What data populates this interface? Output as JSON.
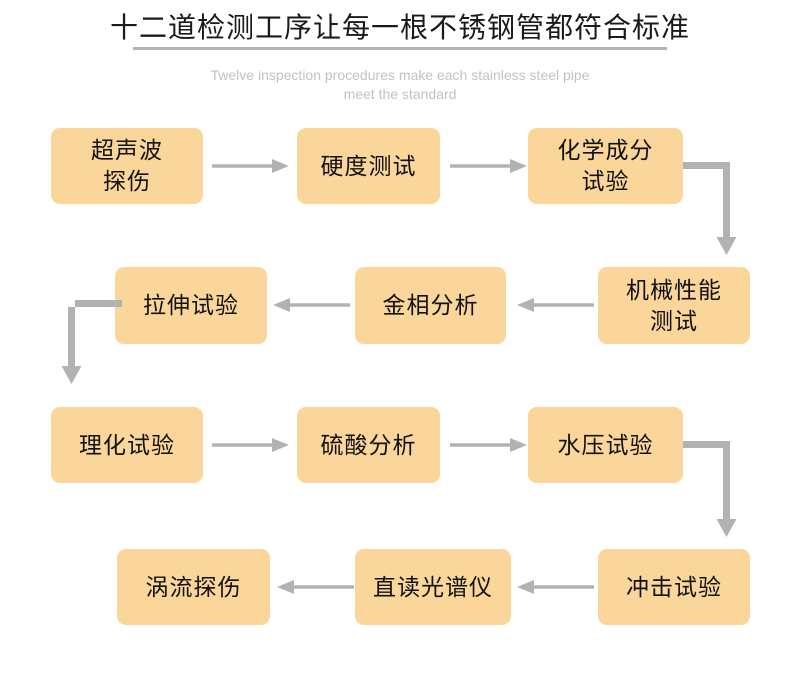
{
  "header": {
    "title": "十二道检测工序让每一根不锈钢管都符合标准",
    "subtitle": "Twelve inspection procedures make each stainless steel pipe meet the standard"
  },
  "colors": {
    "box_fill": "#fad69a",
    "arrow": "#b2b2b2",
    "rule": "#b3b3b3",
    "title_text": "#1a1a1a",
    "subtitle_text": "#c2c2c2",
    "box_text": "#111111",
    "background": "#ffffff"
  },
  "flow": {
    "steps": [
      {
        "id": 1,
        "label": "超声波\n探伤",
        "row": 1,
        "col": 1
      },
      {
        "id": 2,
        "label": "硬度测试",
        "row": 1,
        "col": 2
      },
      {
        "id": 3,
        "label": "化学成分\n试验",
        "row": 1,
        "col": 3
      },
      {
        "id": 4,
        "label": "机械性能\n测试",
        "row": 2,
        "col": 3
      },
      {
        "id": 5,
        "label": "金相分析",
        "row": 2,
        "col": 2
      },
      {
        "id": 6,
        "label": "拉伸试验",
        "row": 2,
        "col": 1
      },
      {
        "id": 7,
        "label": "理化试验",
        "row": 3,
        "col": 1
      },
      {
        "id": 8,
        "label": "硫酸分析",
        "row": 3,
        "col": 2
      },
      {
        "id": 9,
        "label": "水压试验",
        "row": 3,
        "col": 3
      },
      {
        "id": 10,
        "label": "冲击试验",
        "row": 4,
        "col": 3
      },
      {
        "id": 11,
        "label": "直读光谱仪",
        "row": 4,
        "col": 2
      },
      {
        "id": 12,
        "label": "涡流探伤",
        "row": 4,
        "col": 1
      }
    ],
    "connectors": [
      {
        "from": 1,
        "to": 2,
        "kind": "arrow-right"
      },
      {
        "from": 2,
        "to": 3,
        "kind": "arrow-right"
      },
      {
        "from": 3,
        "to": 4,
        "kind": "elbow-right-down"
      },
      {
        "from": 4,
        "to": 5,
        "kind": "arrow-left"
      },
      {
        "from": 5,
        "to": 6,
        "kind": "arrow-left"
      },
      {
        "from": 6,
        "to": 7,
        "kind": "elbow-left-down"
      },
      {
        "from": 7,
        "to": 8,
        "kind": "arrow-right"
      },
      {
        "from": 8,
        "to": 9,
        "kind": "arrow-right"
      },
      {
        "from": 9,
        "to": 10,
        "kind": "elbow-right-down"
      },
      {
        "from": 10,
        "to": 11,
        "kind": "arrow-left"
      },
      {
        "from": 11,
        "to": 12,
        "kind": "arrow-left"
      }
    ]
  }
}
